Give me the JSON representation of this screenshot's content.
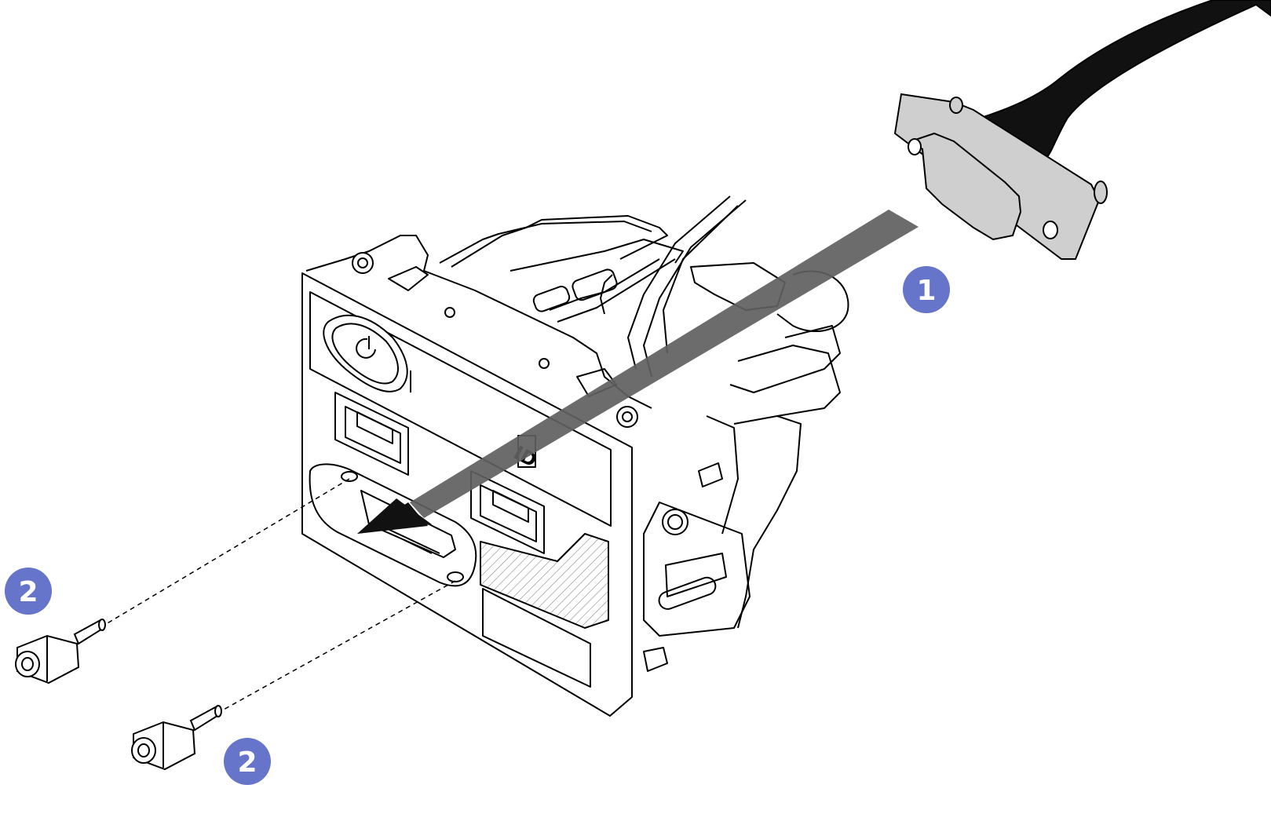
{
  "figure": {
    "panel_labels": {
      "power": "",
      "id": "ID"
    },
    "callouts": [
      {
        "id": "callout-1",
        "label": "1"
      },
      {
        "id": "callout-2a",
        "label": "2"
      },
      {
        "id": "callout-2b",
        "label": "2"
      }
    ],
    "colors": {
      "callout_fill": "#6674c9",
      "callout_text": "#ffffff",
      "arrow": "#5f5f5f",
      "arrow_head": "#111111",
      "line": "#000000",
      "connector_fill": "#cfcfcf",
      "hatch": "#888888",
      "cable": "#111111"
    }
  }
}
